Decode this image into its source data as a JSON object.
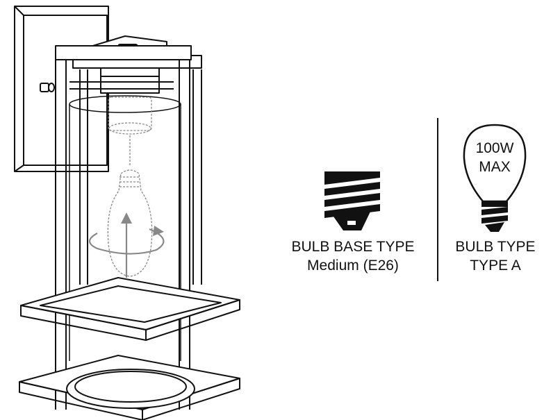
{
  "base_spec": {
    "heading": "BULB BASE TYPE",
    "value": "Medium (E26)",
    "icon": "screw-base-icon"
  },
  "bulb_spec": {
    "heading": "BULB TYPE",
    "value": "TYPE A",
    "icon": "a-type-bulb-icon",
    "wattage_line1": "100W",
    "wattage_line2": "MAX"
  },
  "illustration": {
    "subject": "wall-lantern-line-drawing",
    "rotate_icon": "rotate-arrow-icon",
    "up_icon": "up-arrow-icon"
  },
  "colors": {
    "ink": "#111111",
    "dashed": "#888888",
    "background": "#ffffff"
  }
}
